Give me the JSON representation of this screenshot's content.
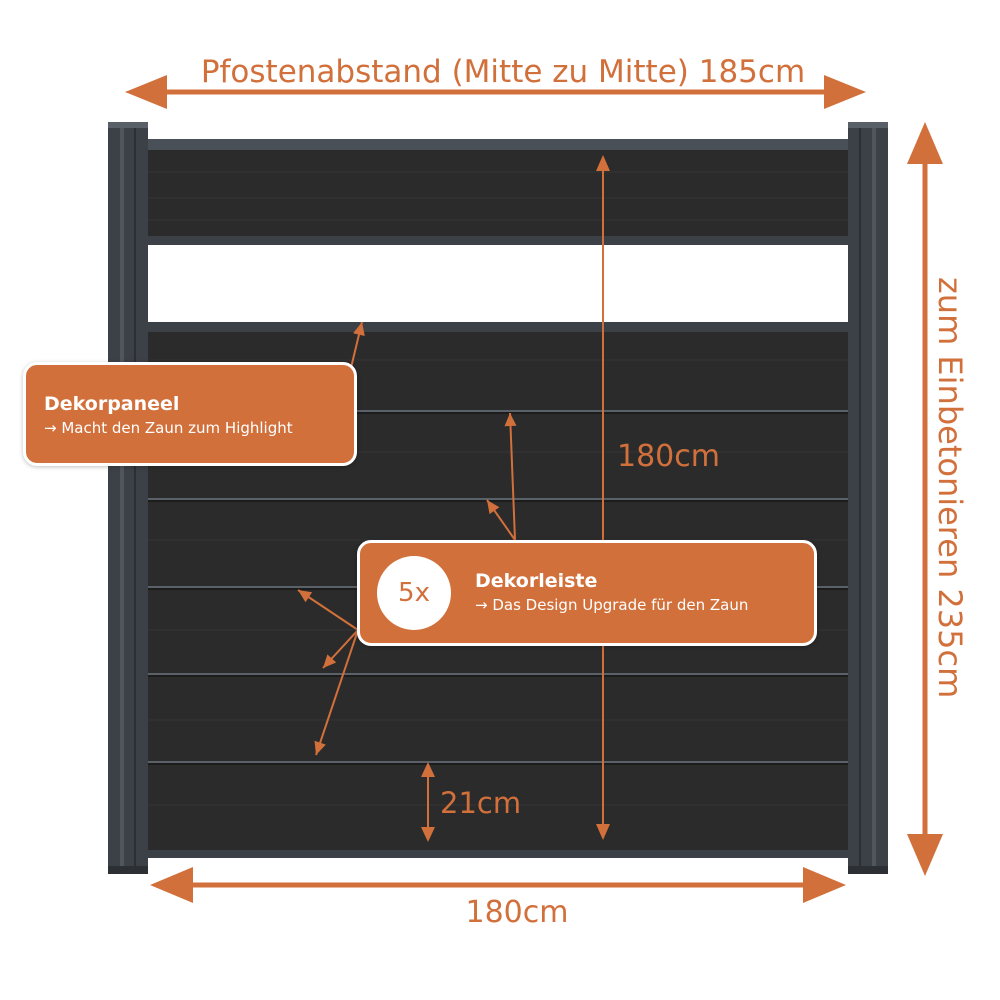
{
  "dimensions": {
    "post_spacing": "Pfostenabstand (Mitte zu Mitte) 185cm",
    "total_height": "zum Einbetonieren 235cm",
    "panel_width": "180cm",
    "panel_height": "180cm",
    "board_height": "21cm"
  },
  "callouts": {
    "decor_panel": {
      "title": "Dekorpaneel",
      "subtitle": "→ Macht den Zaun zum Highlight"
    },
    "decor_strip": {
      "badge": "5x",
      "title": "Dekorleiste",
      "subtitle": "→ Das Design Upgrade für den Zaun"
    }
  },
  "colors": {
    "accent": "#d2703b",
    "board": "#2b2b2b",
    "post": "#3c4147",
    "rail": "#4a5057",
    "background": "#ffffff"
  }
}
